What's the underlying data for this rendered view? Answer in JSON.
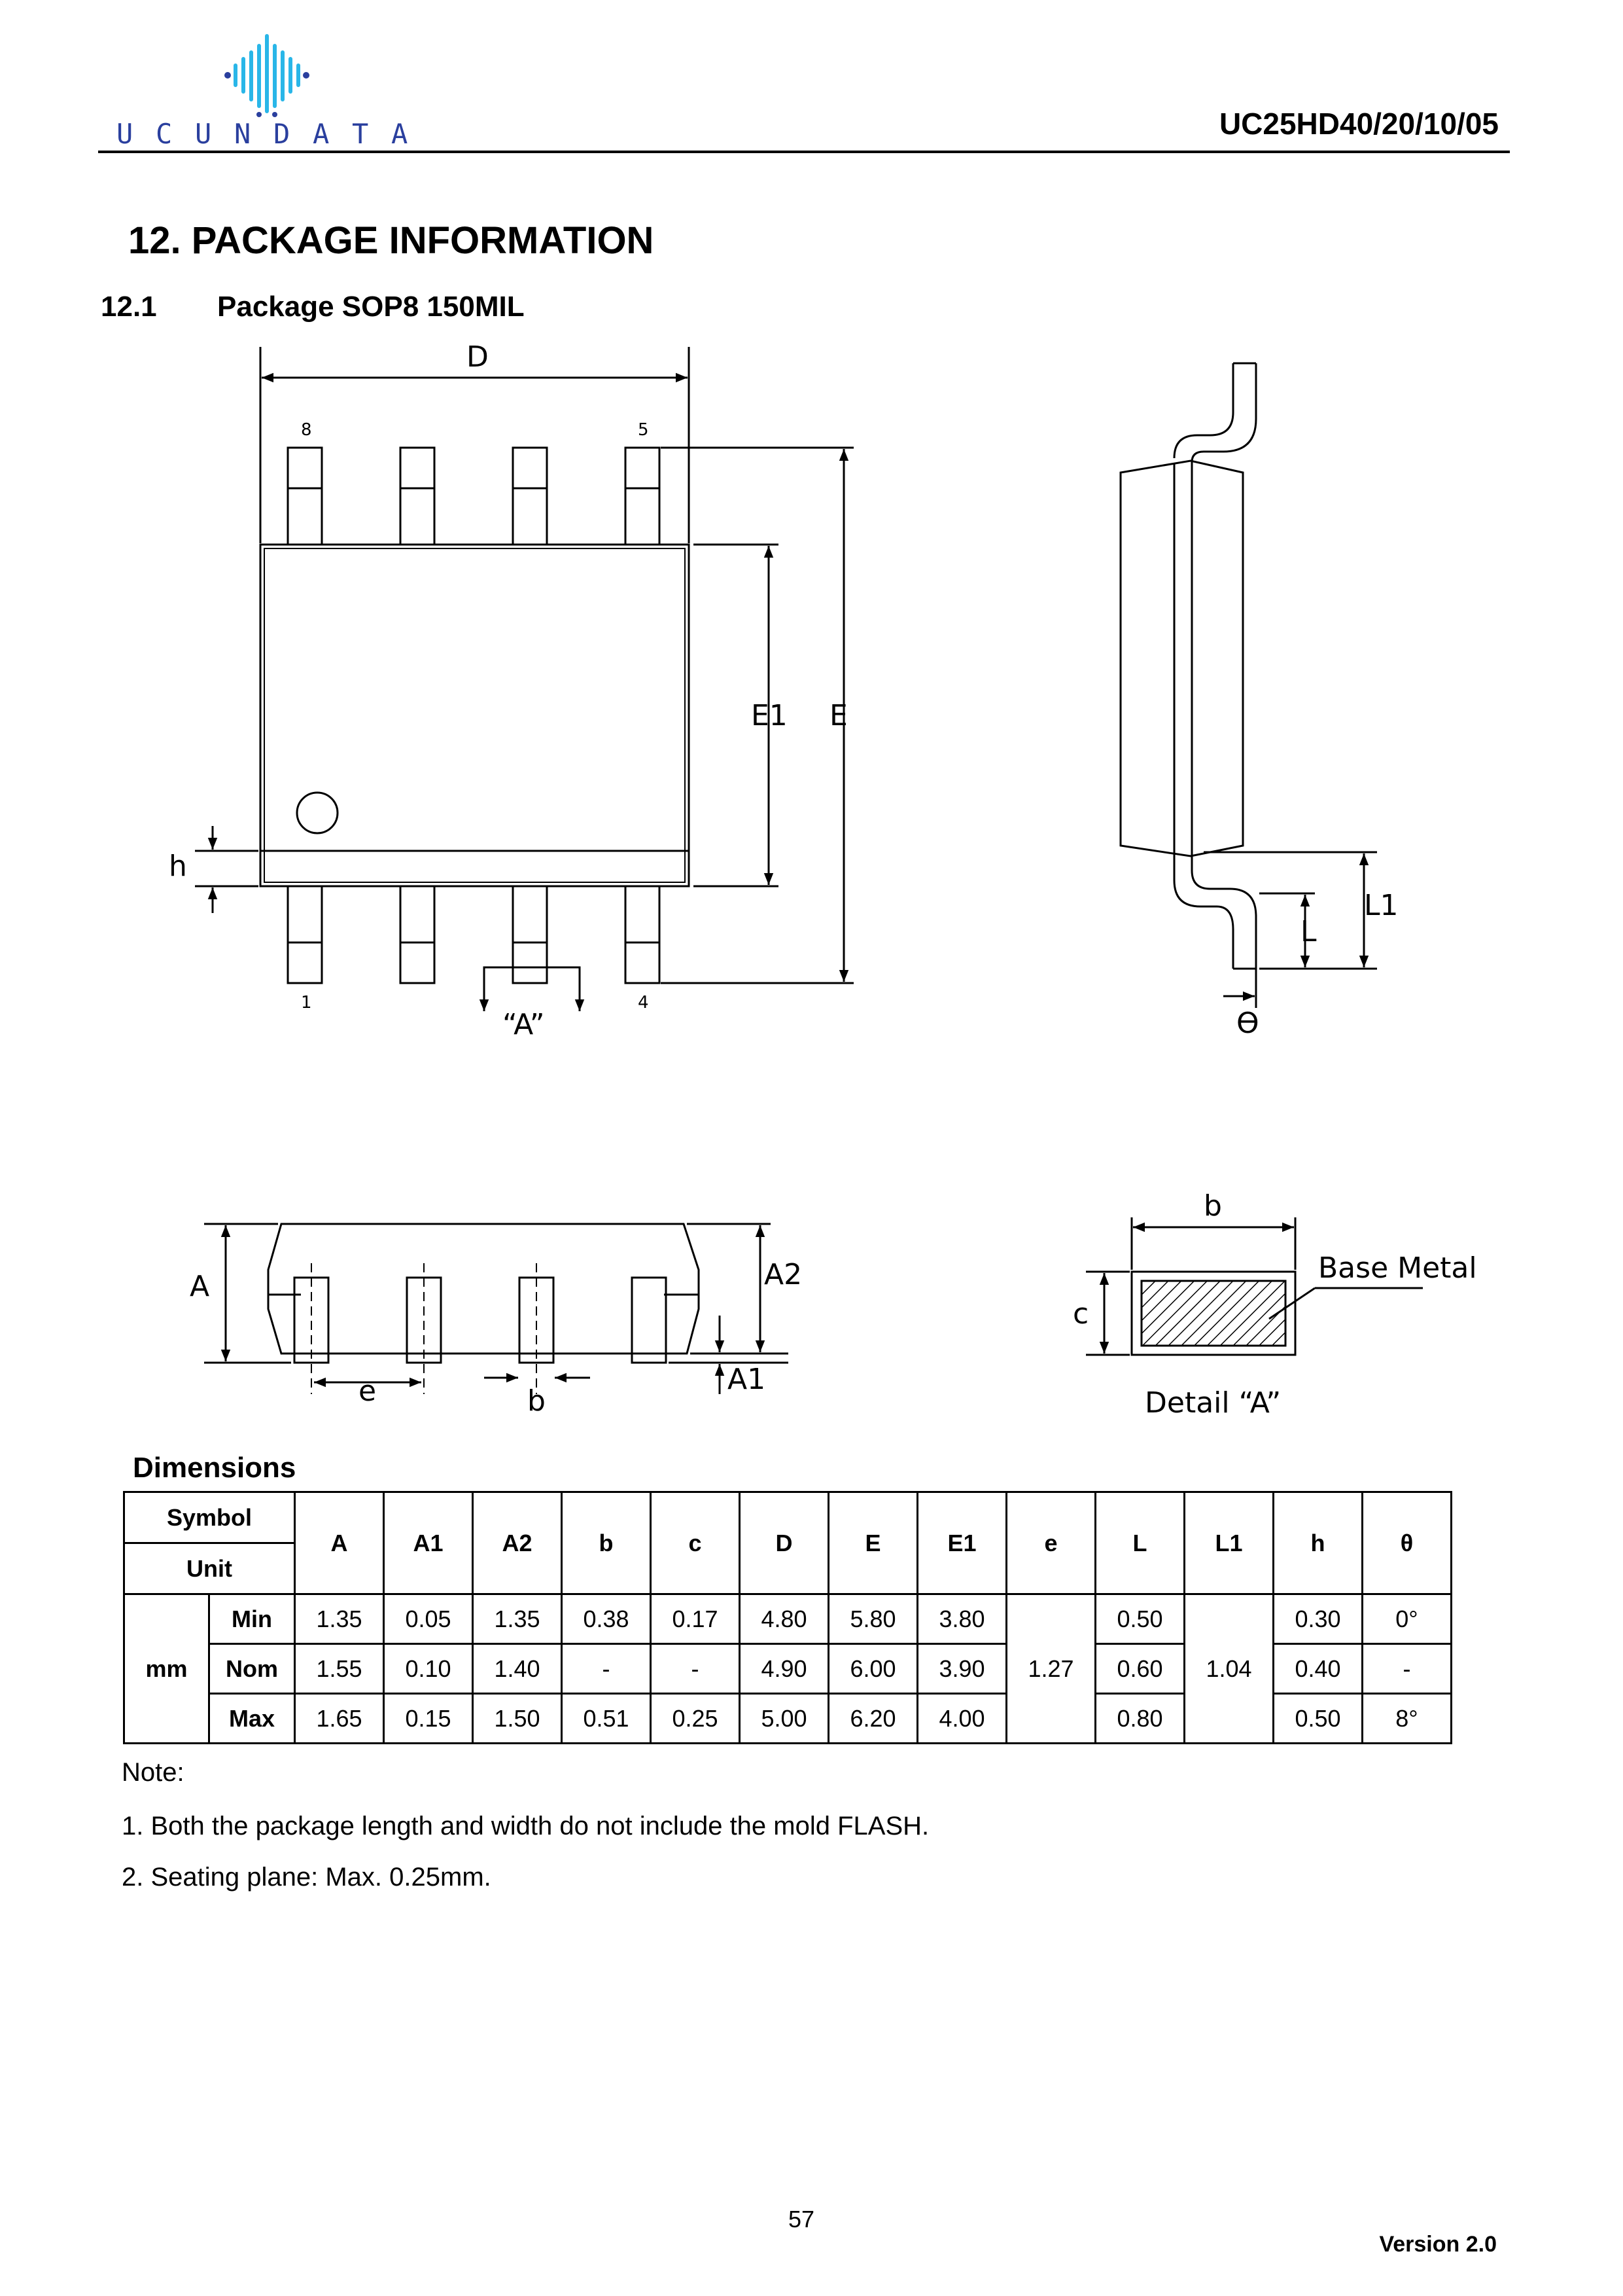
{
  "header": {
    "logo_letters": [
      "U",
      "C",
      "U",
      "N",
      "D",
      "A",
      "T",
      "A"
    ],
    "doc_id": "UC25HD40/20/10/05"
  },
  "section": {
    "number_title": "12. PACKAGE INFORMATION",
    "subsection_number": "12.1",
    "subsection_title": "Package SOP8 150MIL"
  },
  "drawing_labels": {
    "D": "D",
    "E": "E",
    "E1": "E1",
    "h": "h",
    "pin8": "8",
    "pin5": "5",
    "pin1": "1",
    "pin4": "4",
    "A_ref": "“A”",
    "L": "L",
    "L1": "L1",
    "theta": "Ɵ",
    "A": "A",
    "A1": "A1",
    "A2": "A2",
    "e": "e",
    "b": "b",
    "detail_b": "b",
    "detail_c": "c",
    "base_metal": "Base Metal",
    "detail_caption": "Detail “A”"
  },
  "dimensions": {
    "title": "Dimensions",
    "symbol_label": "Symbol",
    "unit_label": "Unit",
    "unit": "mm",
    "columns": [
      "A",
      "A1",
      "A2",
      "b",
      "c",
      "D",
      "E",
      "E1",
      "e",
      "L",
      "L1",
      "h",
      "θ"
    ],
    "rows": [
      {
        "label": "Min",
        "A": "1.35",
        "A1": "0.05",
        "A2": "1.35",
        "b": "0.38",
        "c": "0.17",
        "D": "4.80",
        "E": "5.80",
        "E1": "3.80",
        "L": "0.50",
        "h": "0.30",
        "theta": "0°"
      },
      {
        "label": "Nom",
        "A": "1.55",
        "A1": "0.10",
        "A2": "1.40",
        "b": "-",
        "c": "-",
        "D": "4.90",
        "E": "6.00",
        "E1": "3.90",
        "L": "0.60",
        "h": "0.40",
        "theta": "-"
      },
      {
        "label": "Max",
        "A": "1.65",
        "A1": "0.15",
        "A2": "1.50",
        "b": "0.51",
        "c": "0.25",
        "D": "5.00",
        "E": "6.20",
        "E1": "4.00",
        "L": "0.80",
        "h": "0.50",
        "theta": "8°"
      }
    ],
    "e_value": "1.27",
    "L1_value": "1.04"
  },
  "notes": {
    "heading": "Note:",
    "items": [
      "1. Both the package length and width do not include the mold FLASH.",
      "2. Seating plane: Max. 0.25mm."
    ]
  },
  "footer": {
    "page_number": "57",
    "version": "Version  2.0"
  },
  "colors": {
    "logo_blue": "#2a3f9e",
    "logo_cyan": "#29b6e8"
  }
}
